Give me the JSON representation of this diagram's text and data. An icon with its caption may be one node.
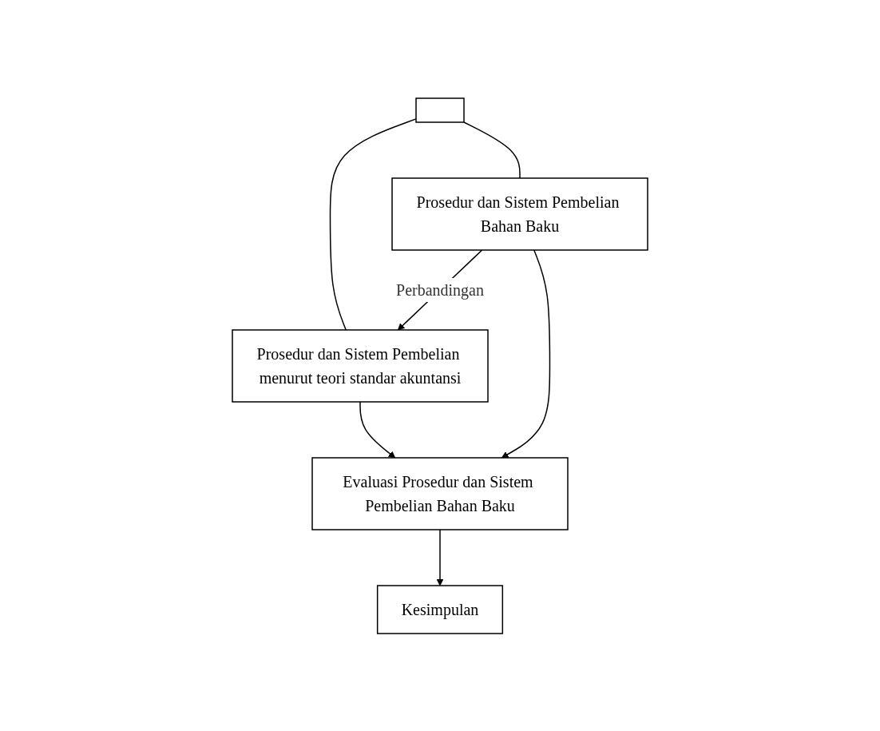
{
  "diagram": {
    "nodes": [
      {
        "text": [],
        "shape": "box"
      },
      {
        "text": [
          "Prosedur dan Sistem Pembelian menurut teori standar akuntansi"
        ]
      },
      {
        "text": [
          "Prosedur dan Sistem Pembelian Bahan Baku"
        ]
      },
      {
        "text": [
          "Evaluasi Prosedur dan Sistem Pembelian Bahan Baku"
        ]
      },
      {
        "text": [
          "Kesimpulan"
        ]
      }
    ],
    "edges": [
      {
        "from": 0,
        "to": 1,
        "arrow": "none"
      },
      {
        "from": 0,
        "to": 2,
        "arrow": "none"
      },
      {
        "from": 2,
        "to": 1,
        "arrow": "to",
        "label": "Perbandingan"
      },
      {
        "from": 1,
        "to": 3,
        "arrow": "to"
      },
      {
        "from": 2,
        "to": 3,
        "arrow": "to"
      },
      {
        "from": 3,
        "to": 4,
        "arrow": "to"
      }
    ]
  }
}
